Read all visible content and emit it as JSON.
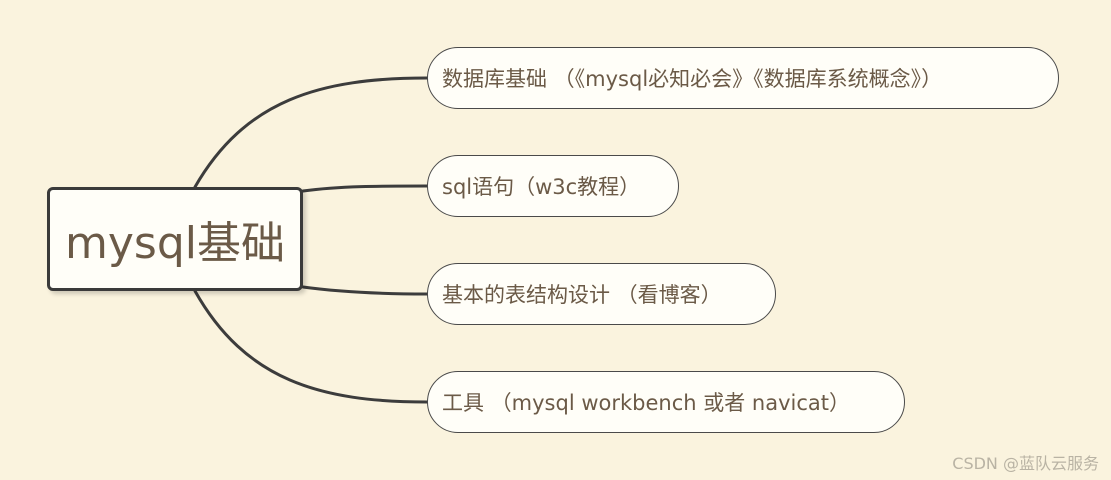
{
  "root": {
    "label": "mysql基础"
  },
  "branches": [
    {
      "label": "数据库基础 （《mysql必知必会》《数据库系统概念》）"
    },
    {
      "label": "sql语句（w3c教程）"
    },
    {
      "label": "基本的表结构设计 （看博客）"
    },
    {
      "label": "工具 （mysql workbench 或者 navicat）"
    }
  ],
  "watermark": "CSDN @蓝队云服务",
  "colors": {
    "background": "#faf3de",
    "node_fill": "#fffef8",
    "text": "#6b5a47",
    "connector": "#3c3c3c"
  }
}
